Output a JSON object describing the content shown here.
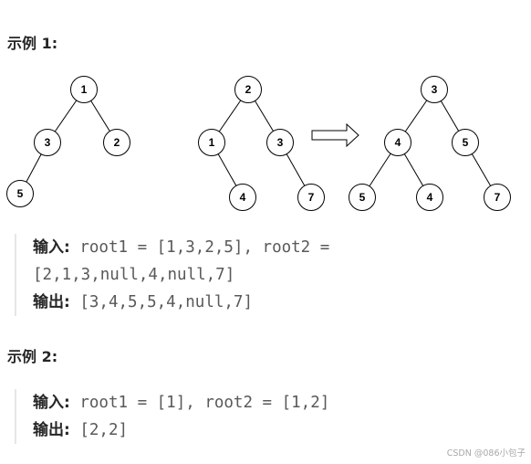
{
  "example1": {
    "heading": "示例 1:",
    "input_label": "输入:",
    "input_line1": " root1 = [1,3,2,5], root2 =",
    "input_line2": "[2,1,3,null,4,null,7]",
    "output_label": "输出:",
    "output_value": " [3,4,5,5,4,null,7]"
  },
  "example2": {
    "heading": "示例 2:",
    "input_label": "输入:",
    "input_value": " root1 = [1], root2 = [1,2]",
    "output_label": "输出:",
    "output_value": " [2,2]"
  },
  "diagram": {
    "tree1_nodes": [
      "1",
      "3",
      "2",
      "5"
    ],
    "tree2_nodes": [
      "2",
      "1",
      "3",
      "4",
      "7"
    ],
    "result_nodes": [
      "3",
      "4",
      "5",
      "5",
      "4",
      "7"
    ],
    "arrow_icon": "right-arrow-outline"
  },
  "watermark": "CSDN @086小包子"
}
